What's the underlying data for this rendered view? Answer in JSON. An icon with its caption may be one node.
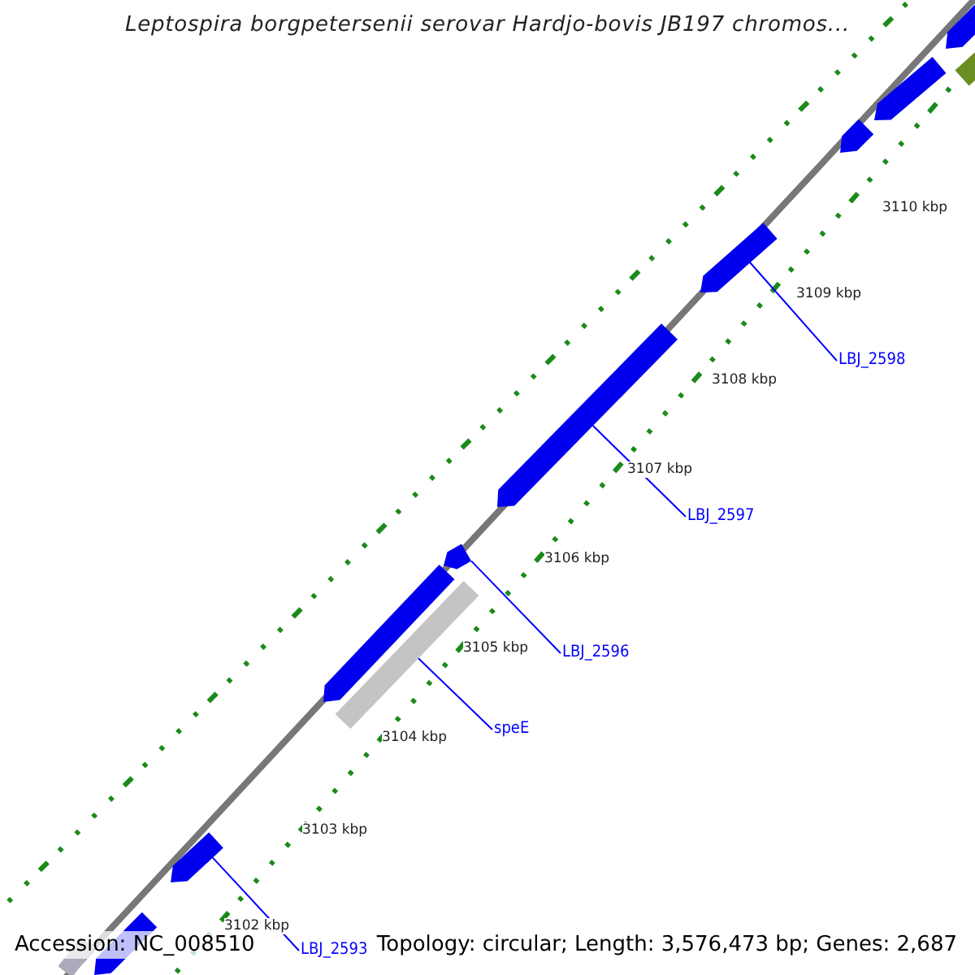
{
  "diagram": {
    "title": "Leptospira borgpetersenii serovar Hardjo-bovis JB197 chromos...",
    "nodes": [
      {
        "text": [],
        "shape": "arrow"
      },
      {
        "text": [],
        "shape": "bar"
      },
      {
        "text": [],
        "shape": "arrow"
      },
      {
        "text": [],
        "shape": "arrow"
      },
      {
        "text": [],
        "shape": "arrow"
      },
      {
        "text": [],
        "shape": "arrow"
      },
      {
        "text": [],
        "shape": "arrow"
      },
      {
        "text": [],
        "shape": "arrow"
      },
      {
        "text": [],
        "shape": "bar"
      },
      {
        "text": [],
        "shape": "arrow"
      },
      {
        "text": [],
        "shape": "arrow"
      },
      {
        "text": [],
        "shape": "bar"
      },
      {
        "text": [
          "LBJ_2598"
        ]
      },
      {
        "text": [
          "LBJ_2597"
        ]
      },
      {
        "text": [
          "LBJ_2596"
        ]
      },
      {
        "text": [
          "speE"
        ]
      },
      {
        "text": [
          "LBJ_2593"
        ]
      }
    ],
    "edges": [
      {
        "from": 12,
        "to": 4,
        "arrow": "none"
      },
      {
        "from": 13,
        "to": 5,
        "arrow": "none"
      },
      {
        "from": 14,
        "to": 6,
        "arrow": "none"
      },
      {
        "from": 15,
        "to": 8,
        "arrow": "none"
      },
      {
        "from": 16,
        "to": 9,
        "arrow": "none"
      }
    ],
    "labels": [
      "3110 kbp",
      "3109 kbp",
      "3108 kbp",
      "3107 kbp",
      "3106 kbp",
      "3105 kbp",
      "3104 kbp",
      "3103 kbp",
      "3102 kbp",
      "Accession: NC_008510",
      "Topology: circular; Length: 3,576,473 bp; Genes: 2,687"
    ]
  }
}
